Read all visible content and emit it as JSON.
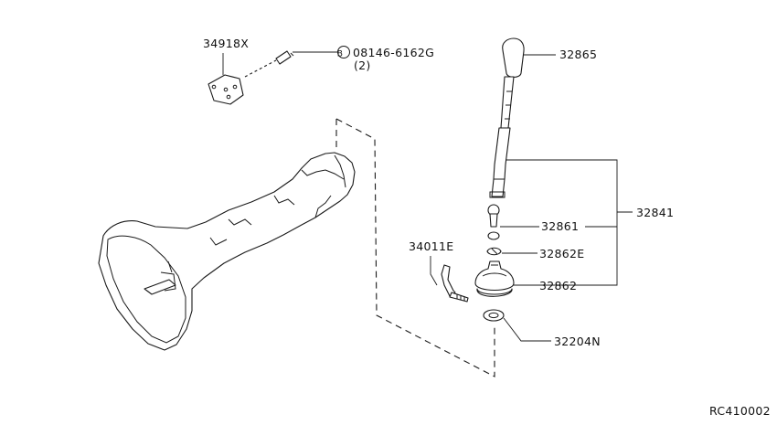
{
  "diagram": {
    "part_labels": {
      "p34918x": "34918X",
      "bolt": "08146-6162G",
      "bolt_qty": "(2)",
      "bolt_marker": "B",
      "p32865": "32865",
      "p32841": "32841",
      "p32861": "32861",
      "p32862e": "32862E",
      "p32862": "32862",
      "p34011e": "34011E",
      "p32204n": "32204N"
    },
    "reference_code": "RC410002"
  }
}
